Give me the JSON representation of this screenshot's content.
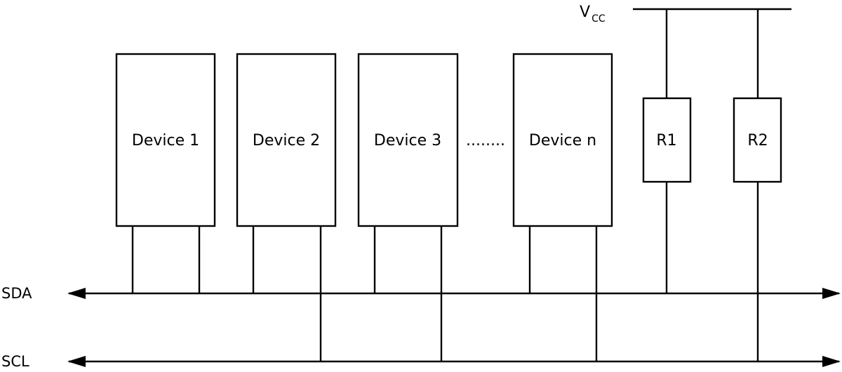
{
  "devices": [
    {
      "label": "Device 1"
    },
    {
      "label": "Device 2"
    },
    {
      "label": "Device 3"
    },
    {
      "label": "Device n"
    }
  ],
  "ellipsis": "........",
  "resistors": [
    {
      "label": "R1"
    },
    {
      "label": "R2"
    }
  ],
  "supply": {
    "label": "V",
    "subscript": "CC"
  },
  "buses": {
    "sda": {
      "label": "SDA"
    },
    "scl": {
      "label": "SCL"
    }
  }
}
